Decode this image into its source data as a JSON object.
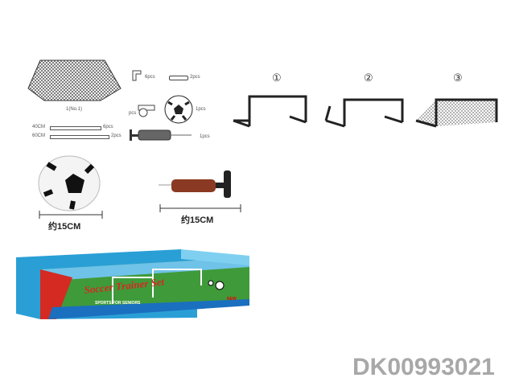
{
  "parts": {
    "net_label": "1(No.1)",
    "elbow_qty": "6pcs",
    "tube_qty": "2pcs",
    "whistle_qty": "pcs",
    "ball_qty": "1pcs",
    "pump_qty": "1pcs",
    "rod40_label": "40CM",
    "rod40_qty": "6pcs",
    "rod60_label": "60CM",
    "rod60_qty": "2pcs"
  },
  "steps": [
    "①",
    "②",
    "③"
  ],
  "ball_size": "约15CM",
  "pump_size": "约15CM",
  "box": {
    "title": "Soccer Trainer Set",
    "subtitle": "SPORTS FOR SENIORS",
    "badge": "NEW"
  },
  "watermark": "DK00993021"
}
